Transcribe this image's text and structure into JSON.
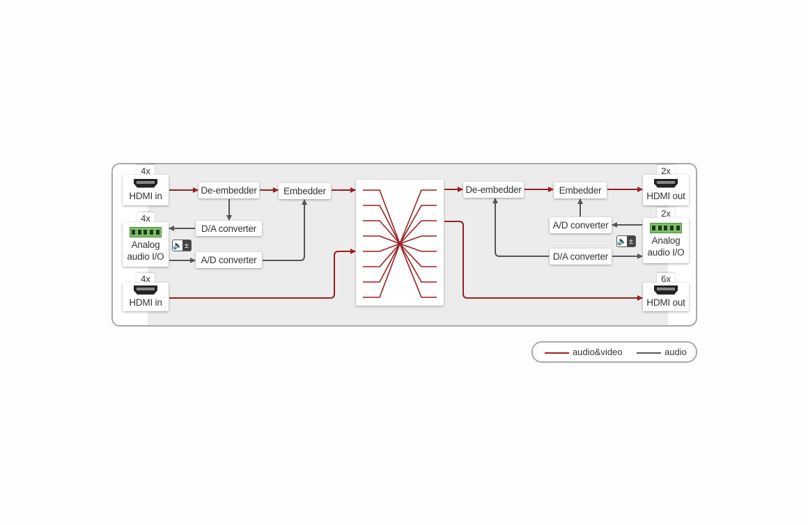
{
  "colors": {
    "audio_video": "#9b1c1f",
    "audio": "#555555"
  },
  "left": {
    "hdmi_in_1": {
      "count": "4x",
      "label": "HDMI in"
    },
    "analog": {
      "count": "4x",
      "label_1": "Analog",
      "label_2": "audio I/O"
    },
    "hdmi_in_2": {
      "count": "4x",
      "label": "HDMI in"
    },
    "deembedder": "De-embedder",
    "embedder": "Embedder",
    "da": "D/A converter",
    "ad": "A/D converter"
  },
  "right": {
    "hdmi_out_1": {
      "count": "2x",
      "label": "HDMI out"
    },
    "analog": {
      "count": "2x",
      "label_1": "Analog",
      "label_2": "audio I/O"
    },
    "hdmi_out_2": {
      "count": "6x",
      "label": "HDMI out"
    },
    "deembedder": "De-embedder",
    "embedder": "Embedder",
    "ad": "A/D converter",
    "da": "D/A converter"
  },
  "volume_icon": {
    "plusminus": "±"
  },
  "legend": {
    "audio_video": "audio&video",
    "audio": "audio"
  }
}
